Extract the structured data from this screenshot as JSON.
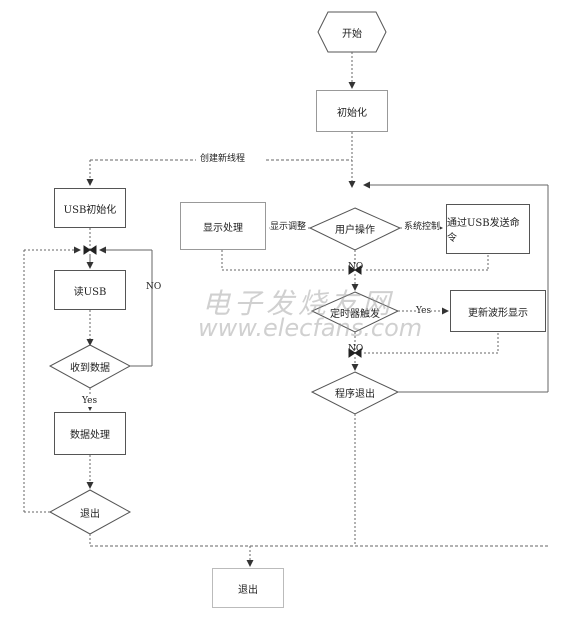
{
  "nodes": {
    "start": "开始",
    "init": "初始化",
    "create_thread": "创建新线程",
    "usb_init": "USB初始化",
    "read_usb": "读USB",
    "received_data": "收到数据",
    "data_process": "数据处理",
    "exit_loop": "退出",
    "exit_final": "退出",
    "display_process": "显示处理",
    "user_operation": "用户操作",
    "send_usb_cmd": "通过USB发送命令",
    "timer_trigger": "定时器触发",
    "update_waveform": "更新波形显示",
    "program_exit": "程序退出"
  },
  "edge_labels": {
    "no_left": "NO",
    "yes_left": "Yes",
    "display_adjust": "显示调整",
    "system_control": "系统控制",
    "no_right_1": "NO",
    "yes_right": "Yes",
    "no_right_2": "NO"
  },
  "watermark": {
    "chinese": "电子发烧友网",
    "english": "www.elecfans.com"
  },
  "colors": {
    "line": "#666666",
    "box_border": "#555555",
    "watermark": "#969696"
  }
}
